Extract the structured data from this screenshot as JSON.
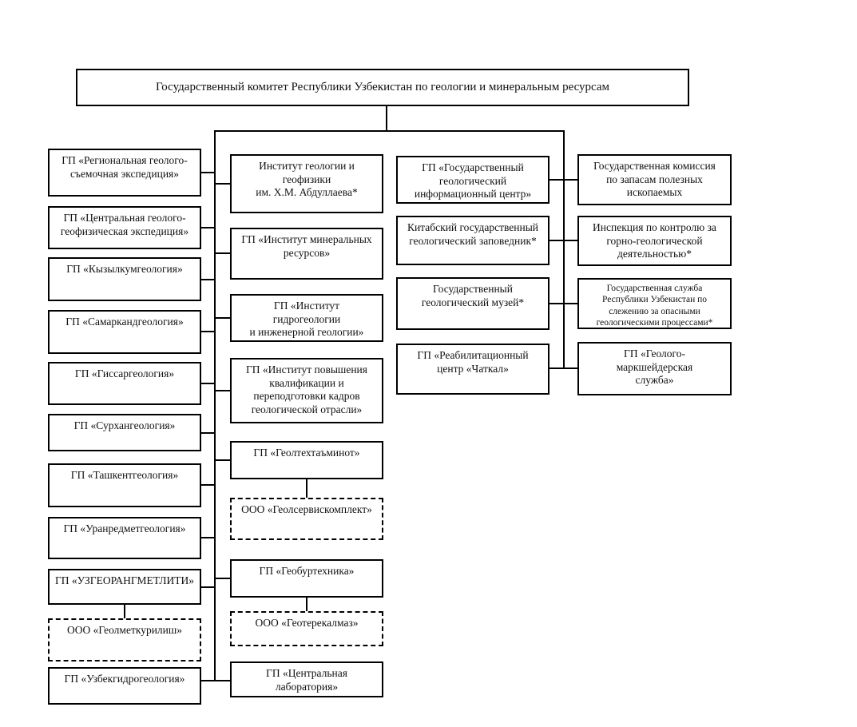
{
  "root": {
    "label": "Государственный комитет Республики Узбекистан по геологии и минеральным ресурсам"
  },
  "columns": {
    "left": {
      "items": [
        {
          "label": "ГП «Региональная геолого-\nсъемочная экспедиция»",
          "border": "solid"
        },
        {
          "label": "ГП «Центральная геолого-\nгеофизическая экспедиция»",
          "border": "solid"
        },
        {
          "label": "ГП «Кызылкумгеология»",
          "border": "solid"
        },
        {
          "label": "ГП «Самаркандгеология»",
          "border": "solid"
        },
        {
          "label": "ГП «Гиссаргеология»",
          "border": "solid"
        },
        {
          "label": "ГП «Сурхангеология»",
          "border": "solid"
        },
        {
          "label": "ГП «Ташкентгеология»",
          "border": "solid"
        },
        {
          "label": "ГП «Уранредметгеология»",
          "border": "solid"
        },
        {
          "label": "ГП «УЗГЕОРАНГМЕТЛИТИ»",
          "border": "solid"
        },
        {
          "label": "ООО «Геолметкурилиш»",
          "border": "dashed"
        },
        {
          "label": "ГП «Узбекгидрогеология»",
          "border": "solid"
        }
      ]
    },
    "second": {
      "items": [
        {
          "label": "Институт геологии и\nгеофизики\nим. Х.М. Абдуллаева*",
          "border": "solid"
        },
        {
          "label": "ГП «Институт минеральных\nресурсов»",
          "border": "solid"
        },
        {
          "label": "ГП «Институт\nгидрогеологии\nи инженерной геологии»",
          "border": "solid"
        },
        {
          "label": "ГП «Институт повышения\nквалификации и\nпереподготовки кадров\nгеологической отрасли»",
          "border": "solid"
        },
        {
          "label": "ГП «Геолтехтаъминот»",
          "border": "solid"
        },
        {
          "label": "ООО «Геолсервискомплект»",
          "border": "dashed"
        },
        {
          "label": "ГП «Геобуртехника»",
          "border": "solid"
        },
        {
          "label": "ООО «Геотерекалмаз»",
          "border": "dashed"
        },
        {
          "label": "ГП «Центральная\nлаборатория»",
          "border": "solid"
        }
      ]
    },
    "third": {
      "items": [
        {
          "label": "ГП «Государственный\nгеологический\nинформационный центр»",
          "border": "solid"
        },
        {
          "label": "Китабский государственный\nгеологический заповедник*",
          "border": "solid"
        },
        {
          "label": "Государственный\nгеологический музей*",
          "border": "solid"
        },
        {
          "label": "ГП «Реабилитационный\nцентр «Чаткал»",
          "border": "solid"
        }
      ]
    },
    "fourth": {
      "items": [
        {
          "label": "Государственная комиссия\nпо запасам полезных\nископаемых",
          "border": "solid"
        },
        {
          "label": "Инспекция по контролю за\nгорно-геологической\nдеятельностью*",
          "border": "solid"
        },
        {
          "label": "Государственная служба\nРеспублики Узбекистан по\nслежению за опасными\nгеологическими процессами*",
          "border": "solid"
        },
        {
          "label": "ГП «Геолого-\nмаркшейдерская\nслужба»",
          "border": "solid"
        }
      ]
    }
  },
  "line_color": "#000000"
}
